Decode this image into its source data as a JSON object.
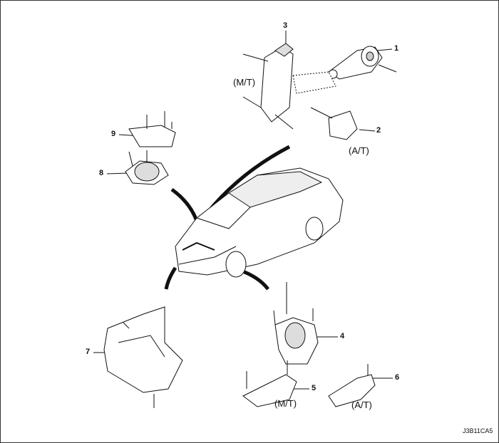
{
  "callouts": {
    "c1": "1",
    "c2": "2",
    "c3": "3",
    "c4": "4",
    "c5": "5",
    "c6": "6",
    "c7": "7",
    "c8": "8",
    "c9": "9"
  },
  "notes": {
    "mt_top": "(M/T)",
    "at_top": "(A/T)",
    "mt_bottom": "(M/T)",
    "at_bottom": "(A/T)"
  },
  "figure_code": "J3B11CA5"
}
